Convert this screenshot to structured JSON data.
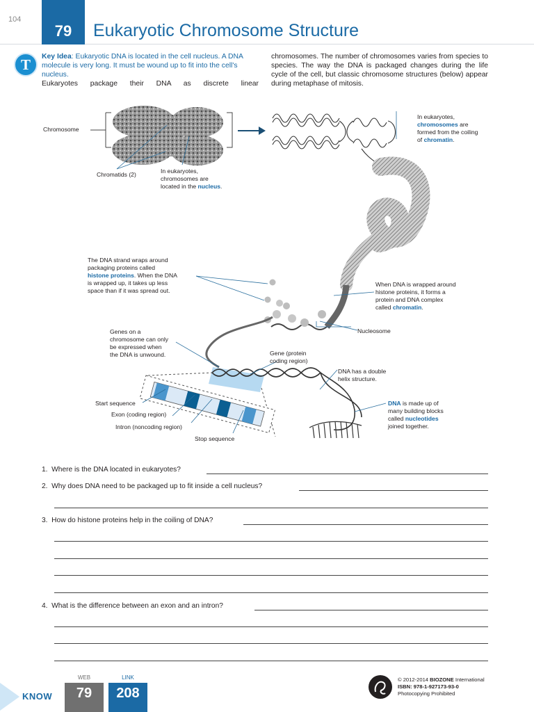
{
  "page_number": "104",
  "activity_number": "79",
  "title": "Eukaryotic Chromosome Structure",
  "icon_letter": "T",
  "intro": {
    "key_idea_label": "Key Idea",
    "key_idea_text": ": Eukaryotic DNA is located in the cell nucleus. A DNA molecule is very long. It must be wound up to fit into the cell's nucleus.",
    "left_text": "Eukaryotes package their DNA as discrete linear",
    "right_text": "chromosomes. The number of chromosomes varies from species to species. The way the DNA is packaged changes during the life cycle of the cell, but classic chromosome structures (below) appear during metaphase of mitosis."
  },
  "labels": {
    "chromosome": "Chromosome",
    "chromatids": "Chromatids (2)",
    "nucleus_a": "In eukaryotes,",
    "nucleus_b": "chromosomes are",
    "nucleus_c": "located in the",
    "nucleus_hl": "nucleus",
    "coil_a": "In eukaryotes,",
    "coil_hl1": "chromosomes",
    "coil_b": " are",
    "coil_c": "formed from the coiling",
    "coil_d": "of",
    "coil_hl2": "chromatin",
    "histone_a": "The DNA strand wraps around",
    "histone_b": "packaging proteins called",
    "histone_hl": "histone proteins",
    "histone_c": ". When the DNA",
    "histone_d": "is wrapped up, it takes up less",
    "histone_e": "space than if it was spread out.",
    "chromatin_a": "When DNA is wrapped around",
    "chromatin_b": "histone proteins, it forms a",
    "chromatin_c": "protein and DNA complex",
    "chromatin_d": "called",
    "chromatin_hl": "chromatin",
    "nucleosome": "Nucleosome",
    "genes_a": "Genes on a",
    "genes_b": "chromosome can only",
    "genes_c": "be expressed when",
    "genes_d": "the DNA is unwound.",
    "gene_a": "Gene (protein",
    "gene_b": "coding region)",
    "helix_a": "DNA has a double",
    "helix_b": "helix structure.",
    "dna_hl": "DNA",
    "dna_a": " is made up of",
    "dna_b": "many building blocks",
    "dna_c": "called",
    "dna_hl2": "nucleotides",
    "dna_d": "joined together.",
    "start_seq": "Start sequence",
    "exon": "Exon (coding region)",
    "intron": "Intron (noncoding region)",
    "stop_seq": "Stop sequence"
  },
  "questions": [
    {
      "number": "1.",
      "text": "Where is the DNA located in eukaryotes?"
    },
    {
      "number": "2.",
      "text": "Why does DNA need to be packaged up to fit inside a cell nucleus?"
    },
    {
      "number": "3.",
      "text": "How do histone proteins help in the coiling of DNA?"
    },
    {
      "number": "4.",
      "text": "What is the difference between an exon and an intron?"
    }
  ],
  "footer": {
    "know": "KNOW",
    "web_caption": "WEB",
    "web_number": "79",
    "link_caption": "LINK",
    "link_number": "208",
    "copyright_prefix": "© 2012-2014 ",
    "copyright_brand": "BIOZONE",
    "copyright_suffix": " International",
    "isbn": "ISBN: 978-1-927173-93-0",
    "notice": "Photocopying Prohibited"
  },
  "colors": {
    "accent": "#1b6aa5",
    "highlight_band": "#a9d2ee",
    "gray_tab": "#707070"
  }
}
